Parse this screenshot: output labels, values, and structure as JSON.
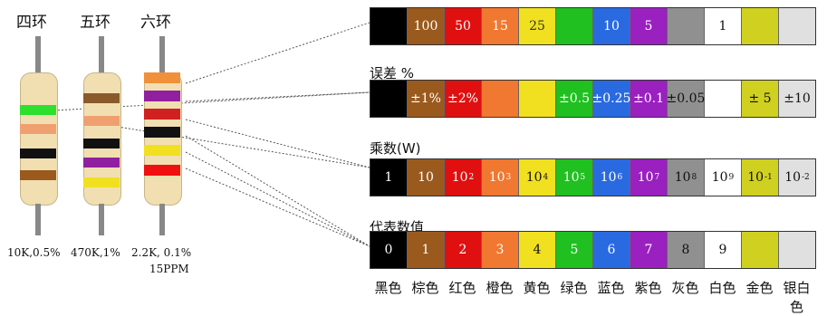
{
  "resistor_types": [
    {
      "label": "四环",
      "value": "10K,0.5%",
      "value2": "",
      "bands": [
        "#2ee02e",
        "#f0a070",
        "#111111",
        "#9a5a1e"
      ]
    },
    {
      "label": "五环",
      "value": "470K,1%",
      "value2": "",
      "bands": [
        "#8a5a2a",
        "#f0a070",
        "#111111",
        "#9020a0",
        "#f0e020"
      ]
    },
    {
      "label": "六环",
      "value": "2.2K, 0.1%",
      "value2": "15PPM",
      "bands": [
        "#f0903a",
        "#9020a0",
        "#d02020",
        "#111111",
        "#f0e020",
        "#f01010"
      ]
    }
  ],
  "sections": [
    {
      "title": "",
      "cells": [
        {
          "text": "",
          "bg": "#000000",
          "fg": "#ffffff"
        },
        {
          "text": "100",
          "bg": "#9a5a1e",
          "fg": "#ffffff"
        },
        {
          "text": "50",
          "bg": "#e01010",
          "fg": "#ffffff"
        },
        {
          "text": "15",
          "bg": "#f07830",
          "fg": "#ffffff"
        },
        {
          "text": "25",
          "bg": "#f0e020",
          "fg": "#333333"
        },
        {
          "text": "",
          "bg": "#20c020",
          "fg": "#ffffff"
        },
        {
          "text": "10",
          "bg": "#2a6ae0",
          "fg": "#ffffff"
        },
        {
          "text": "5",
          "bg": "#9a20c0",
          "fg": "#ffffff"
        },
        {
          "text": "",
          "bg": "#909090",
          "fg": "#ffffff"
        },
        {
          "text": "1",
          "bg": "#ffffff",
          "fg": "#111111"
        },
        {
          "text": "",
          "bg": "#d0d020",
          "fg": "#ffffff"
        },
        {
          "text": "",
          "bg": "#e0e0e0",
          "fg": "#ffffff"
        }
      ]
    },
    {
      "title": "误差  %",
      "cells": [
        {
          "text": "",
          "bg": "#000000",
          "fg": "#ffffff"
        },
        {
          "text": "±1%",
          "bg": "#9a5a1e",
          "fg": "#ffffff"
        },
        {
          "text": "±2%",
          "bg": "#e01010",
          "fg": "#ffffff"
        },
        {
          "text": "",
          "bg": "#f07830",
          "fg": "#ffffff"
        },
        {
          "text": "",
          "bg": "#f0e020",
          "fg": "#333333"
        },
        {
          "text": "±0.5",
          "bg": "#20c020",
          "fg": "#ffffff"
        },
        {
          "text": "±0.25",
          "bg": "#2a6ae0",
          "fg": "#ffffff"
        },
        {
          "text": "±0.1",
          "bg": "#9a20c0",
          "fg": "#ffffff"
        },
        {
          "text": "±0.05",
          "bg": "#909090",
          "fg": "#111111"
        },
        {
          "text": "",
          "bg": "#ffffff",
          "fg": "#111111"
        },
        {
          "text": "± 5",
          "bg": "#d0d020",
          "fg": "#111111"
        },
        {
          "text": "±10",
          "bg": "#e0e0e0",
          "fg": "#111111"
        }
      ]
    },
    {
      "title": "乘数(W)",
      "cells": [
        {
          "text": "1",
          "sup": "",
          "bg": "#000000",
          "fg": "#ffffff"
        },
        {
          "text": "10",
          "sup": "",
          "bg": "#9a5a1e",
          "fg": "#ffffff"
        },
        {
          "text": "10",
          "sup": "2",
          "bg": "#e01010",
          "fg": "#ffffff"
        },
        {
          "text": "10",
          "sup": "3",
          "bg": "#f07830",
          "fg": "#ffffff"
        },
        {
          "text": "10",
          "sup": "4",
          "bg": "#f0e020",
          "fg": "#111111"
        },
        {
          "text": "10",
          "sup": "5",
          "bg": "#20c020",
          "fg": "#ffffff"
        },
        {
          "text": "10",
          "sup": "6",
          "bg": "#2a6ae0",
          "fg": "#ffffff"
        },
        {
          "text": "10",
          "sup": "7",
          "bg": "#9a20c0",
          "fg": "#ffffff"
        },
        {
          "text": "10",
          "sup": "8",
          "bg": "#909090",
          "fg": "#111111"
        },
        {
          "text": "10",
          "sup": "9",
          "bg": "#ffffff",
          "fg": "#111111"
        },
        {
          "text": "10",
          "sup": "-1",
          "bg": "#d0d020",
          "fg": "#111111"
        },
        {
          "text": "10",
          "sup": "-2",
          "bg": "#e0e0e0",
          "fg": "#111111"
        }
      ]
    },
    {
      "title": "代表数值",
      "cells": [
        {
          "text": "0",
          "bg": "#000000",
          "fg": "#ffffff"
        },
        {
          "text": "1",
          "bg": "#9a5a1e",
          "fg": "#ffffff"
        },
        {
          "text": "2",
          "bg": "#e01010",
          "fg": "#ffffff"
        },
        {
          "text": "3",
          "bg": "#f07830",
          "fg": "#ffffff"
        },
        {
          "text": "4",
          "bg": "#f0e020",
          "fg": "#111111"
        },
        {
          "text": "5",
          "bg": "#20c020",
          "fg": "#ffffff"
        },
        {
          "text": "6",
          "bg": "#2a6ae0",
          "fg": "#ffffff"
        },
        {
          "text": "7",
          "bg": "#9a20c0",
          "fg": "#ffffff"
        },
        {
          "text": "8",
          "bg": "#909090",
          "fg": "#111111"
        },
        {
          "text": "9",
          "bg": "#ffffff",
          "fg": "#111111"
        },
        {
          "text": "",
          "bg": "#d0d020",
          "fg": "#ffffff"
        },
        {
          "text": "",
          "bg": "#e0e0e0",
          "fg": "#ffffff"
        }
      ]
    }
  ],
  "color_names": [
    "黑色",
    "棕色",
    "红色",
    "橙色",
    "黄色",
    "绿色",
    "蓝色",
    "紫色",
    "灰色",
    "白色",
    "金色",
    "银白色"
  ]
}
